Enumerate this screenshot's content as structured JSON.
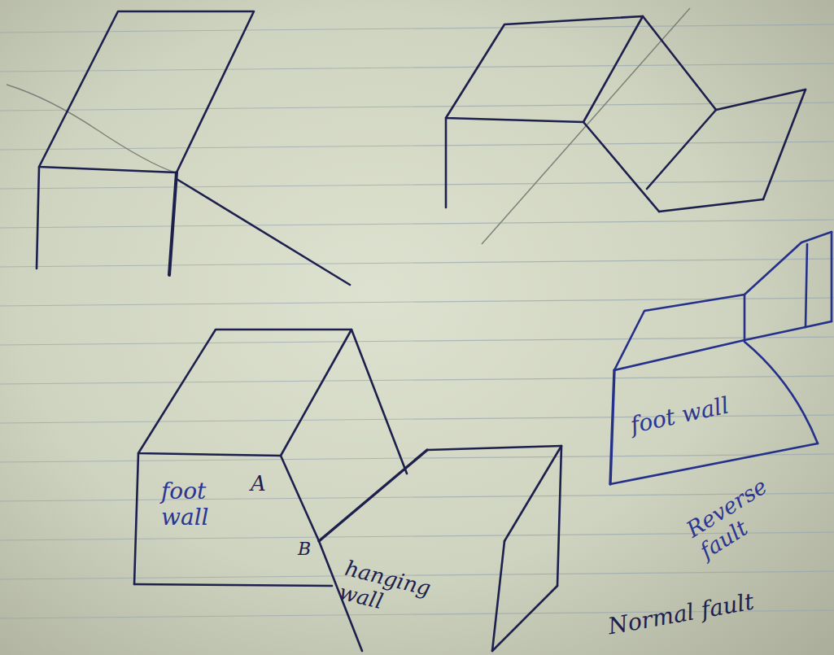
{
  "diagram": {
    "labels": [
      "foot wall",
      "A",
      "B",
      "hanging wall",
      "foot wall",
      "Reverse fault",
      "Normal fault"
    ]
  }
}
